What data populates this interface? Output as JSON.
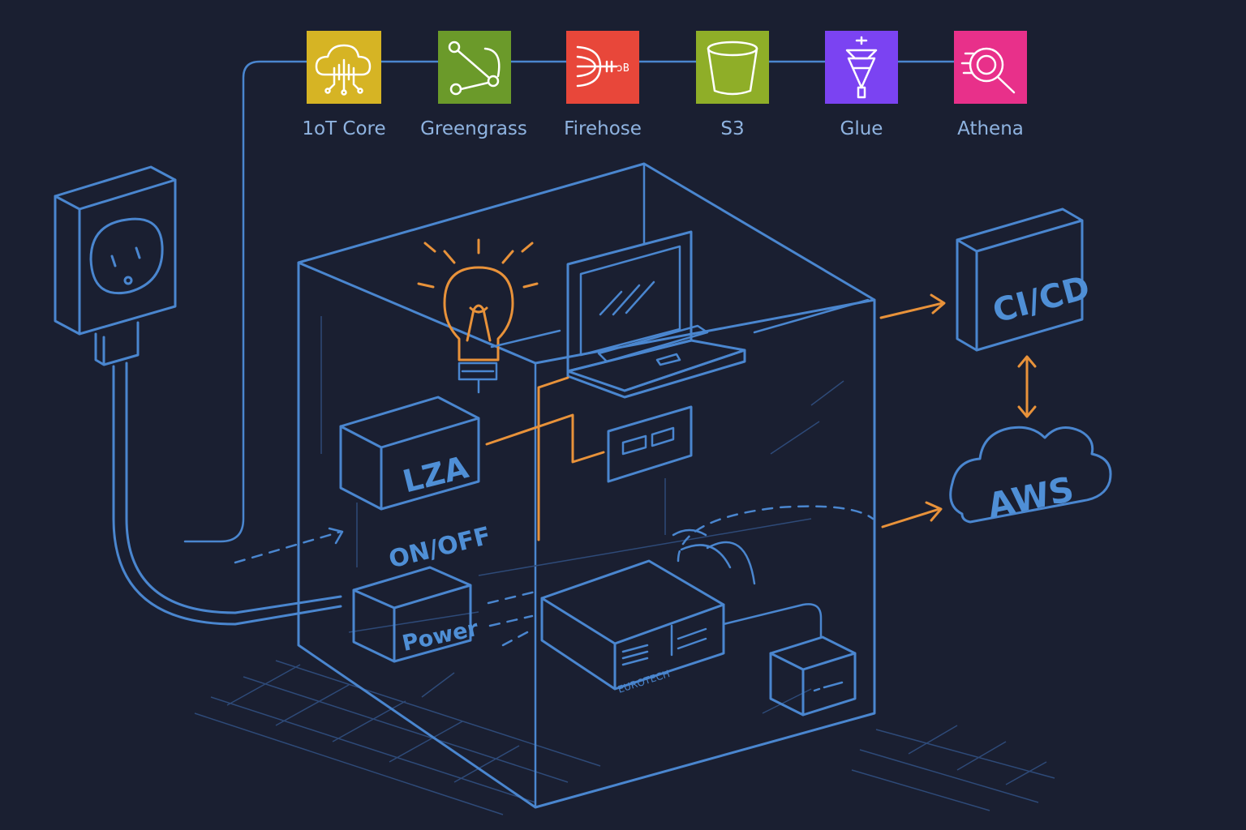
{
  "services": [
    {
      "label": "1oT Core",
      "icon": "iot-core-icon",
      "color": "#d6b424"
    },
    {
      "label": "Greengrass",
      "icon": "greengrass-icon",
      "color": "#6b9a2a"
    },
    {
      "label": "Firehose",
      "icon": "firehose-icon",
      "color": "#e8473a"
    },
    {
      "label": "S3",
      "icon": "s3-bucket-icon",
      "color": "#8fae28"
    },
    {
      "label": "Glue",
      "icon": "glue-icon",
      "color": "#7b43f2"
    },
    {
      "label": "Athena",
      "icon": "athena-icon",
      "color": "#e8308a"
    }
  ],
  "components": {
    "lza": "LZA",
    "on_off": "ON/OFF",
    "power": "Power",
    "eurotech": "EUROTECH",
    "cicd": "CI/CD",
    "aws": "AWS"
  },
  "colors": {
    "background": "#1a1f31",
    "line": "#4a86cf",
    "accent": "#e8923a"
  }
}
